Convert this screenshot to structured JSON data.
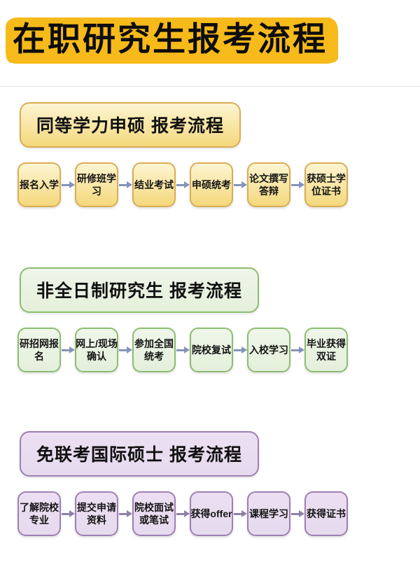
{
  "title": {
    "text": "在职研究生报考流程",
    "highlight_color": "#f6ba1b",
    "text_color": "#0d0d0d"
  },
  "divider_color": "#e3e3e3",
  "sections": [
    {
      "header": "同等学力申硕 报考流程",
      "theme": "yellow",
      "colors": {
        "fill_top": "#fdf5d2",
        "fill_bottom": "#f4d87c",
        "border": "#d9ad55",
        "arrow": "#8494b9"
      },
      "steps": [
        {
          "label": "报名入学",
          "lines": [
            "报名入学"
          ]
        },
        {
          "label": "研修班学习",
          "lines": [
            "研修班学",
            "习"
          ]
        },
        {
          "label": "结业考试",
          "lines": [
            "结业考试"
          ]
        },
        {
          "label": "申硕统考",
          "lines": [
            "申硕统考"
          ]
        },
        {
          "label": "论文撰写答辩",
          "lines": [
            "论文撰写",
            "答辩"
          ]
        },
        {
          "label": "获硕士学位证书",
          "lines": [
            "获硕士学",
            "位证书"
          ]
        }
      ]
    },
    {
      "header": "非全日制研究生 报考流程",
      "theme": "green",
      "colors": {
        "fill_top": "#eef6e9",
        "fill_bottom": "#e4f0db",
        "border": "#8cbd70",
        "arrow": "#8494b9"
      },
      "steps": [
        {
          "label": "研招网报名",
          "lines": [
            "研招网报",
            "名"
          ]
        },
        {
          "label": "网上/现场确认",
          "lines": [
            "网上/现场",
            "确认"
          ]
        },
        {
          "label": "参加全国统考",
          "lines": [
            "参加全国",
            "统考"
          ]
        },
        {
          "label": "院校复试",
          "lines": [
            "院校复试"
          ]
        },
        {
          "label": "入校学习",
          "lines": [
            "入校学习"
          ]
        },
        {
          "label": "毕业获得双证",
          "lines": [
            "毕业获得",
            "双证"
          ]
        }
      ]
    },
    {
      "header": "免联考国际硕士 报考流程",
      "theme": "purple",
      "colors": {
        "fill_top": "#ecdff2",
        "fill_bottom": "#e6daee",
        "border": "#9d80b5",
        "arrow": "#8f80a9"
      },
      "steps": [
        {
          "label": "了解院校专业",
          "lines": [
            "了解院校",
            "专业"
          ]
        },
        {
          "label": "提交申请资料",
          "lines": [
            "提交申请",
            "资料"
          ]
        },
        {
          "label": "院校面试或笔试",
          "lines": [
            "院校面试",
            "或笔试"
          ]
        },
        {
          "label": "获得offer",
          "lines": [
            "获得offer"
          ]
        },
        {
          "label": "课程学习",
          "lines": [
            "课程学习"
          ]
        },
        {
          "label": "获得证书",
          "lines": [
            "获得证书"
          ]
        }
      ]
    }
  ]
}
